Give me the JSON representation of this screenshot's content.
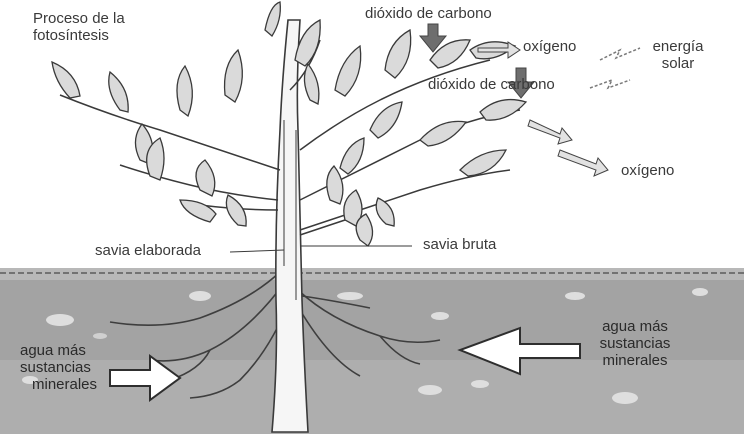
{
  "diagram": {
    "title_lines": [
      "Proceso de la",
      "fotosíntesis"
    ],
    "labels": {
      "co2_top": "dióxido de carbono",
      "co2_mid": "dióxido de carbono",
      "o2_top": "oxígeno",
      "o2_right": "oxígeno",
      "energy_lines": [
        "energía",
        "solar"
      ],
      "sap_elaborated": "savia elaborada",
      "sap_raw": "savia bruta",
      "water_left_lines": [
        "agua más",
        "sustancias",
        "minerales"
      ],
      "water_right_lines": [
        "agua más",
        "sustancias",
        "minerales"
      ]
    },
    "colors": {
      "soil": "#9c9c9c",
      "soil_light": "#c2c2c2",
      "ink": "#3a3a3a",
      "leaf": "#dcdcdc",
      "arrow": "#7a7a7a",
      "trunk": "#f4f4f4"
    }
  }
}
